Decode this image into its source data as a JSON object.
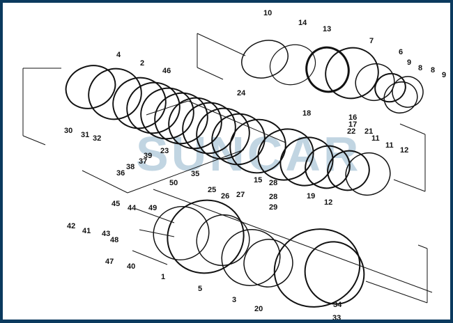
{
  "diagram": {
    "title": "Exploded view parts diagram",
    "watermark": "SUNCAR",
    "callouts": [
      "10",
      "14",
      "13",
      "7",
      "6",
      "9",
      "8",
      "8",
      "9",
      "4",
      "2",
      "46",
      "24",
      "18",
      "16",
      "17",
      "22",
      "21",
      "11",
      "11",
      "12",
      "30",
      "31",
      "32",
      "39",
      "37",
      "38",
      "36",
      "23",
      "35",
      "15",
      "28",
      "27",
      "19",
      "12",
      "28",
      "29",
      "50",
      "25",
      "26",
      "45",
      "44",
      "49",
      "42",
      "41",
      "43",
      "48",
      "47",
      "40",
      "1",
      "5",
      "3",
      "20",
      "34",
      "33"
    ]
  },
  "colors": {
    "frame": "#0b3a5e",
    "line": "#111111",
    "watermark": "#8fb3cc"
  }
}
